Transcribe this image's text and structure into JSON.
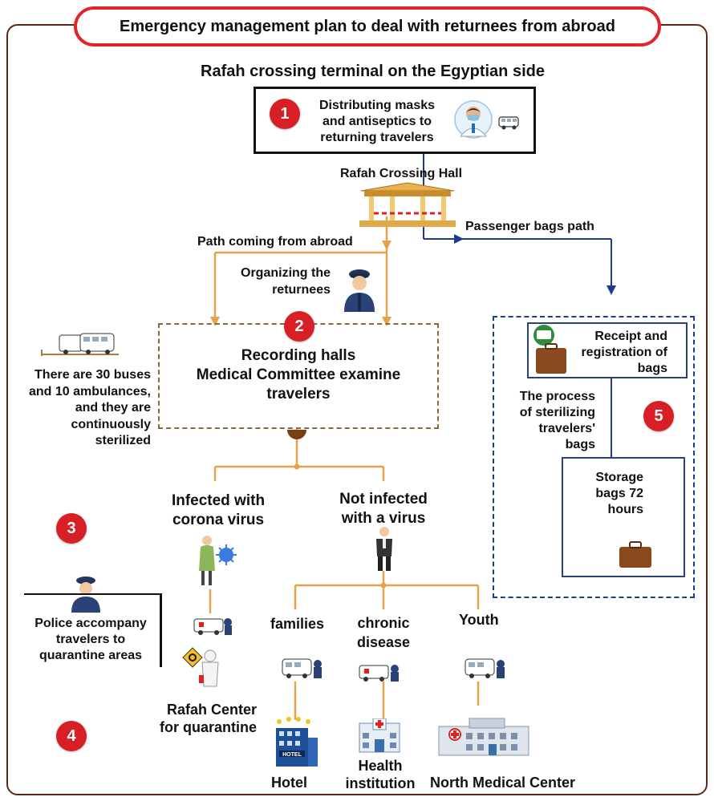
{
  "title": "Emergency management plan to deal with returnees from abroad",
  "subtitle": "Rafah crossing terminal on the Egyptian side",
  "step1": {
    "number": "1",
    "lines": [
      "Distributing masks",
      "and antiseptics to",
      "returning travelers"
    ]
  },
  "crossing_hall": "Rafah Crossing Hall",
  "path_abroad": "Path coming from abroad",
  "bags_path": "Passenger bags path",
  "organizing": [
    "Organizing the",
    "returnees"
  ],
  "step2": {
    "number": "2",
    "lines": [
      "Recording halls",
      "Medical Committee examine",
      "travelers"
    ]
  },
  "buses_note": [
    "There are 30 buses",
    "and 10 ambulances,",
    "and they are",
    "continuously",
    "sterilized"
  ],
  "step3": {
    "number": "3"
  },
  "step4": {
    "number": "4"
  },
  "step5": {
    "number": "5"
  },
  "infected": [
    "Infected with",
    "corona virus"
  ],
  "not_infected": [
    "Not infected",
    "with a virus"
  ],
  "police_note": [
    "Police accompany",
    "travelers to",
    "quarantine areas"
  ],
  "rafah_center": [
    "Rafah Center",
    "for quarantine"
  ],
  "families": "families",
  "chronic": [
    "chronic",
    "disease"
  ],
  "youth": "Youth",
  "hotel": "Hotel",
  "health": [
    "Health",
    "institution"
  ],
  "north_medical": "North Medical Center",
  "receipt": [
    "Receipt and",
    "registration of",
    "bags"
  ],
  "sterilizing": [
    "The process",
    "of sterilizing",
    "travelers'",
    "bags"
  ],
  "storage": [
    "Storage",
    "bags 72",
    "hours"
  ],
  "hotel_sign": "HOTEL",
  "colors": {
    "accent_red": "#d81f26",
    "line_orange": "#e6a24a",
    "line_blue": "#1f3b8f",
    "dark_border": "#5a2a18"
  }
}
